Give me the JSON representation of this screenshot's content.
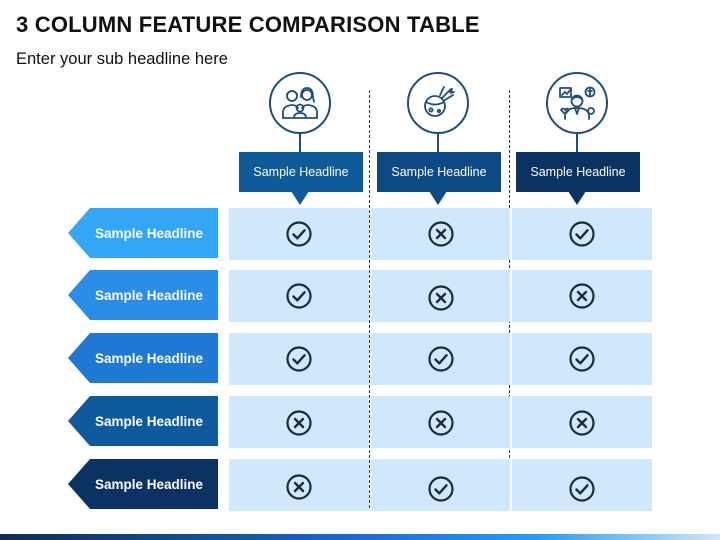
{
  "title": "3 COLUMN FEATURE COMPARISON TABLE",
  "subtitle": "Enter your sub headline here",
  "columns": [
    {
      "label": "Sample Headline",
      "icon": "family-icon",
      "color": "#0f5a99"
    },
    {
      "label": "Sample Headline",
      "icon": "meteor-planet-icon",
      "color": "#0d4a85"
    },
    {
      "label": "Sample Headline",
      "icon": "businessman-idea-icon",
      "color": "#0b3260"
    }
  ],
  "rows": [
    {
      "label": "Sample Headline",
      "color": "#33a7f5",
      "marks": [
        "check",
        "cross",
        "check"
      ]
    },
    {
      "label": "Sample Headline",
      "color": "#2a8ee8",
      "marks": [
        "check",
        "cross",
        "cross"
      ]
    },
    {
      "label": "Sample Headline",
      "color": "#1e78d4",
      "marks": [
        "check",
        "check",
        "check"
      ]
    },
    {
      "label": "Sample Headline",
      "color": "#0f5a9c",
      "marks": [
        "cross",
        "cross",
        "cross"
      ]
    },
    {
      "label": "Sample Headline",
      "color": "#0b3263",
      "marks": [
        "cross",
        "check",
        "check"
      ]
    }
  ],
  "colors": {
    "cell": "#cfe8fb",
    "icon_stroke": "#1f4e79",
    "mark": "#1a2b3c"
  }
}
